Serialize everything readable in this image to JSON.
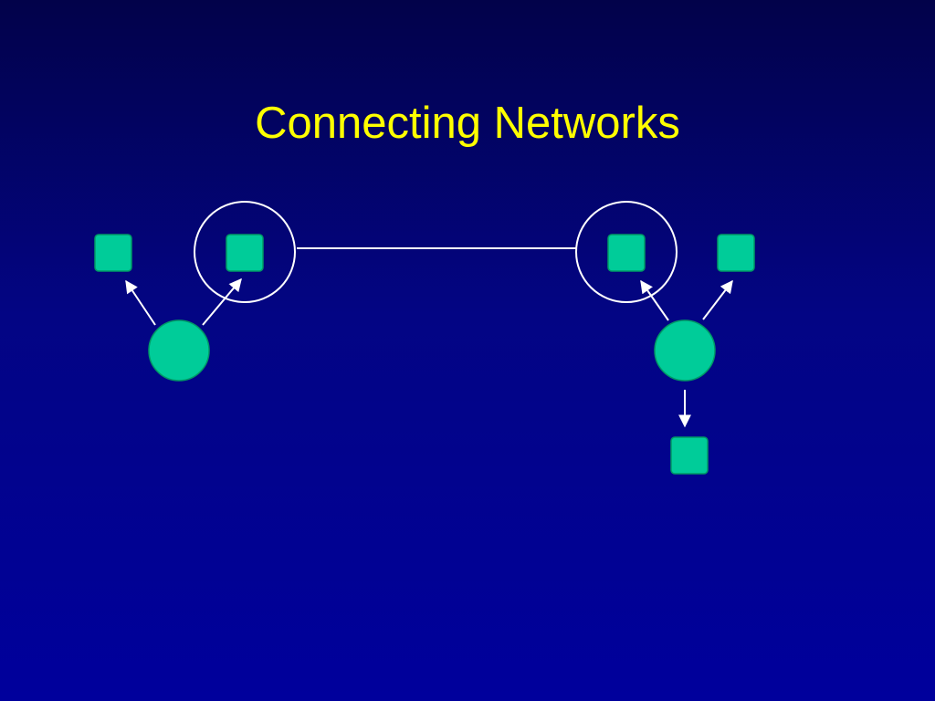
{
  "slide": {
    "title": "Connecting Networks"
  },
  "colors": {
    "background_top": "#02024a",
    "background_bottom": "#00009c",
    "title": "#ffff00",
    "node_fill": "#00cc99",
    "node_stroke": "#009966",
    "line": "#ffffff"
  },
  "diagram": {
    "networks": [
      {
        "id": "left-network",
        "router": "circle-node",
        "hosts": [
          "host-1",
          "host-2"
        ],
        "gateway_host": "host-2"
      },
      {
        "id": "right-network",
        "router": "circle-node",
        "hosts": [
          "host-3",
          "host-4",
          "host-5"
        ],
        "gateway_host": "host-3"
      }
    ],
    "link": "gateway-to-gateway",
    "icons": {
      "host": "square-node-icon",
      "router": "circle-node-icon",
      "gateway_ring": "ring-icon"
    }
  }
}
